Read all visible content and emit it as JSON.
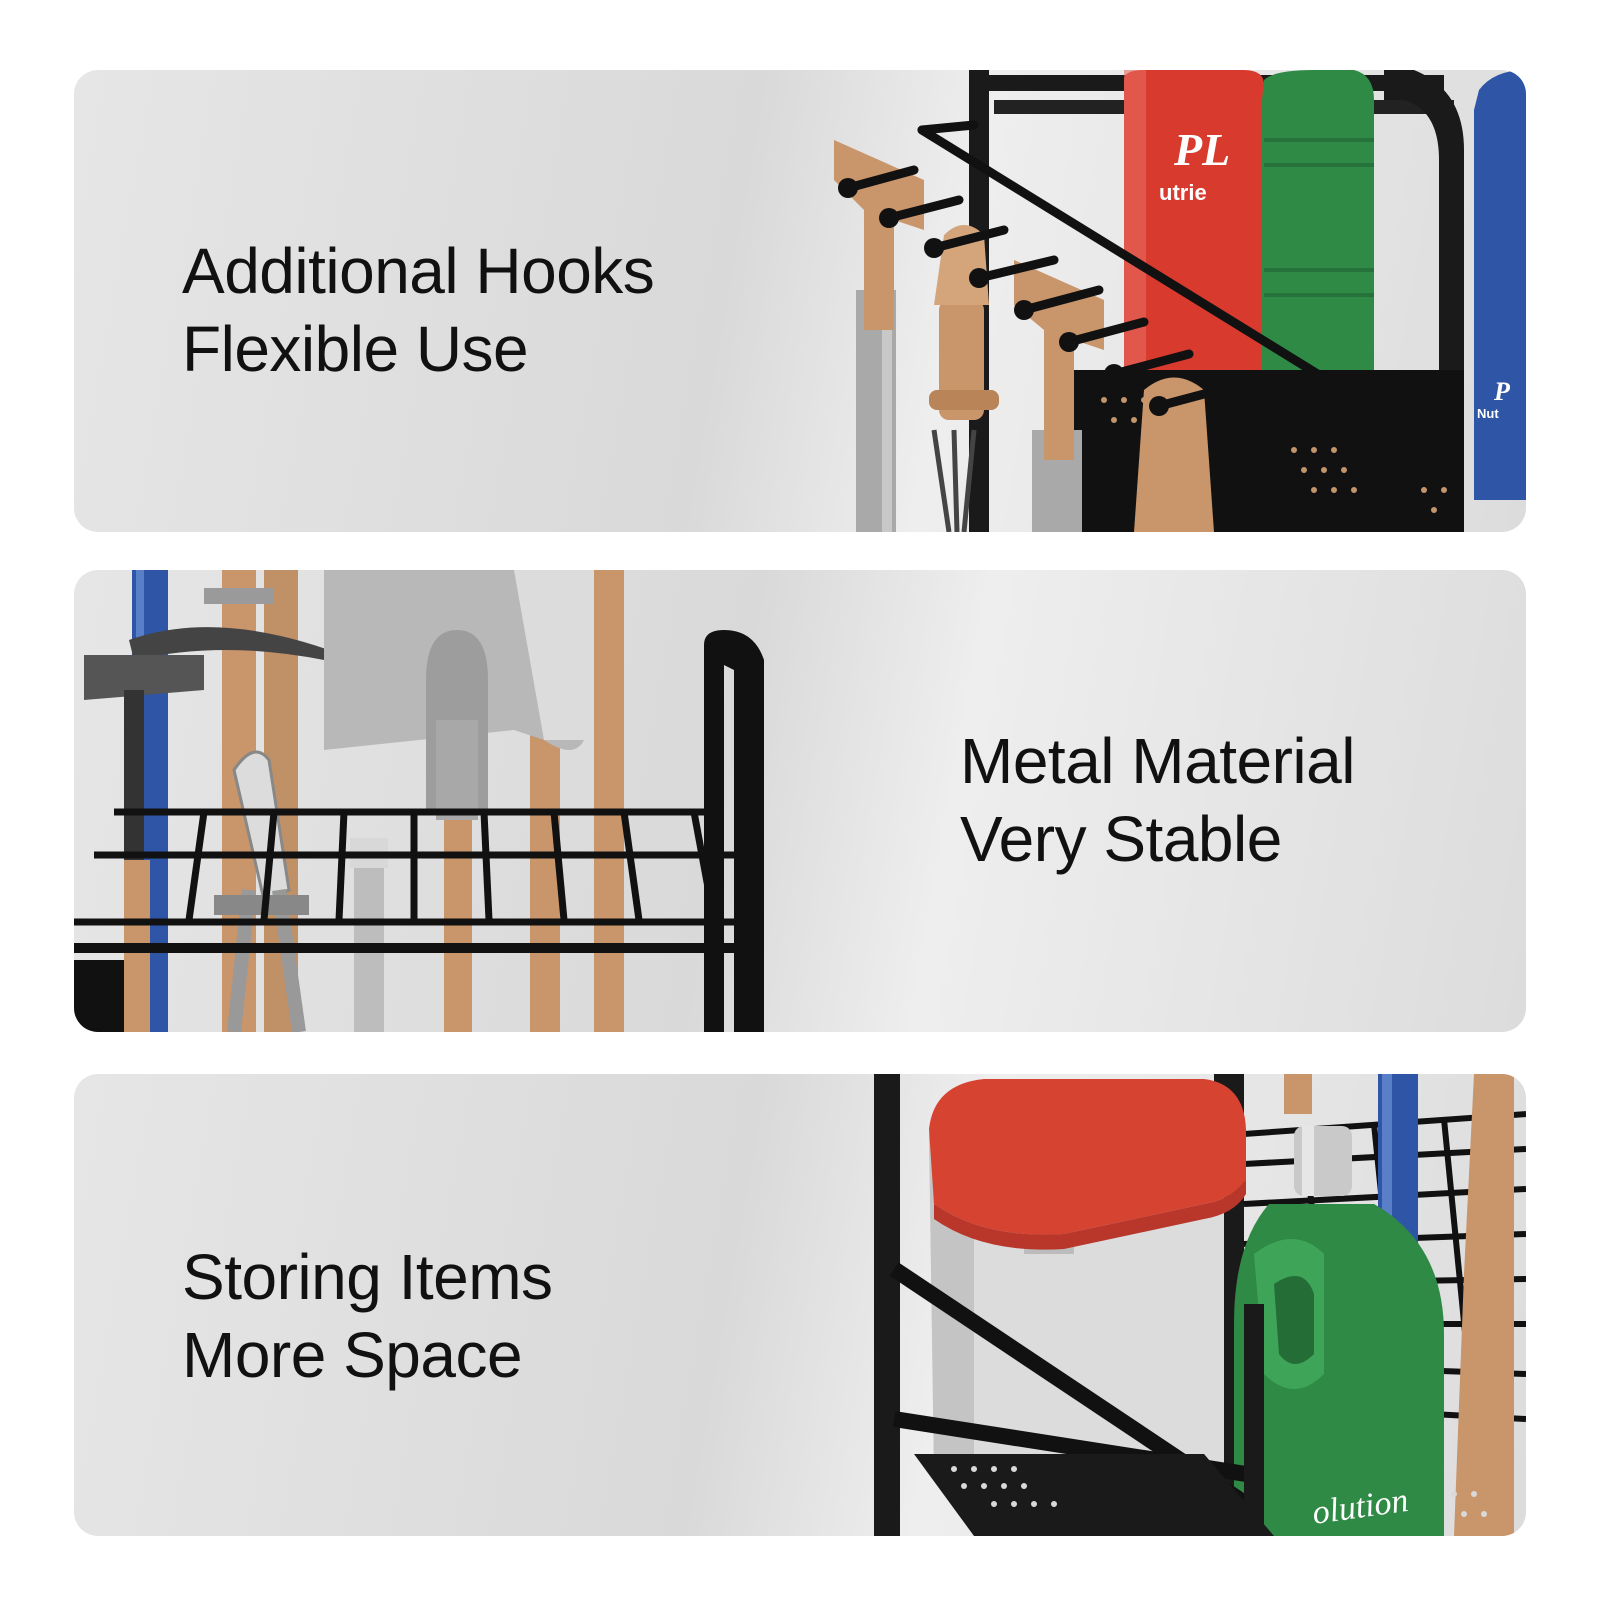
{
  "panels": [
    {
      "line1": "Additional Hooks",
      "line2": "Flexible Use"
    },
    {
      "line1": "Metal Material",
      "line2": "Very Stable"
    },
    {
      "line1": "Storing Items",
      "line2": "More Space"
    }
  ],
  "product_labels": {
    "red_bottle_brand": "PL",
    "red_bottle_text": "utrie",
    "blue_bottle_brand": "P",
    "blue_bottle_text": "Nut",
    "green_jug_text": "olution"
  },
  "colors": {
    "panel_bg": "#e2e2e2",
    "rack_black": "#1a1a1a",
    "wood": "#c9956a",
    "steel": "#a9a9a9",
    "blue_handle": "#2e55a6",
    "red_bottle": "#d93a2e",
    "green_bottle": "#2f8a45",
    "red_lid": "#d64331"
  }
}
